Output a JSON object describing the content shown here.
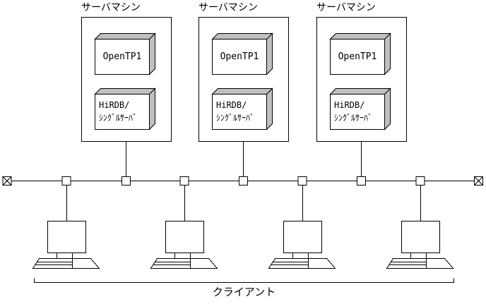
{
  "colors": {
    "background": "#ffffff",
    "line": "#000000",
    "box_3d_face": "#c0c0c0",
    "box_fill": "#ffffff"
  },
  "servers": [
    {
      "label": "サーバマシン",
      "middleware_label": "OpenTP1",
      "database_label_line1": "HiRDB/",
      "database_label_line2": "ｼﾝｸﾞﾙｻｰﾊﾞ"
    },
    {
      "label": "サーバマシン",
      "middleware_label": "OpenTP1",
      "database_label_line1": "HiRDB/",
      "database_label_line2": "ｼﾝｸﾞﾙｻｰﾊﾞ"
    },
    {
      "label": "サーバマシン",
      "middleware_label": "OpenTP1",
      "database_label_line1": "HiRDB/",
      "database_label_line2": "ｼﾝｸﾞﾙｻｰﾊﾞ"
    }
  ],
  "network_bus": {
    "terminator_icon": "x-square-terminator",
    "tap_icon": "square-tap",
    "tap_count": 7,
    "server_connection_count": 3,
    "client_connection_count": 4
  },
  "clients": {
    "count": 4,
    "bracket_label": "クライアント"
  }
}
